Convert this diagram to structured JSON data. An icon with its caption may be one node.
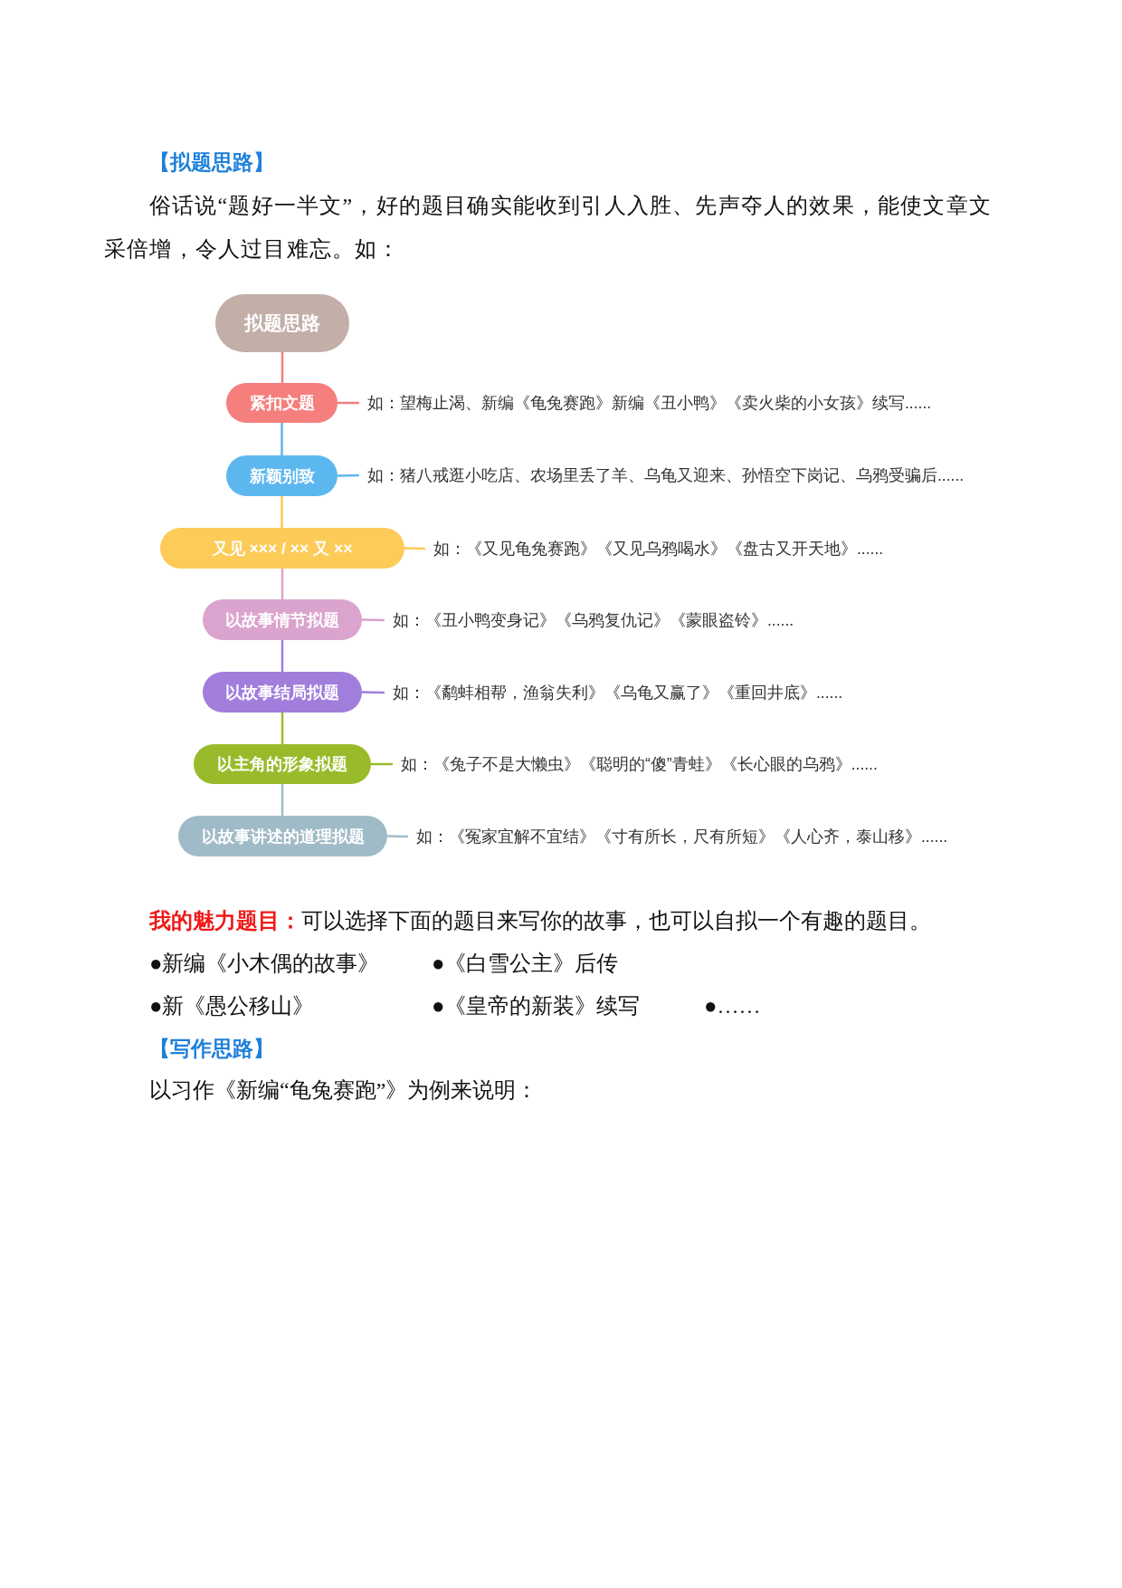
{
  "diagram": {
    "nodes": [
      {
        "text": [
          "拟题思路"
        ]
      },
      {
        "text": [
          "紧扣文题"
        ]
      },
      {
        "text": [
          "如：望梅止渴、新编《龟兔赛跑》新编《丑小鸭》《卖火柴的小女孩》续写......"
        ]
      },
      {
        "text": [
          "新颖别致"
        ]
      },
      {
        "text": [
          "如：猪八戒逛小吃店、农场里丢了羊、乌龟又迎来、孙悟空下岗记、乌鸦受骗后......"
        ]
      },
      {
        "text": [
          "又见 ××× / ×× 又 ××"
        ]
      },
      {
        "text": [
          "如：《又见龟兔赛跑》《又见乌鸦喝水》《盘古又开天地》......"
        ]
      },
      {
        "text": [
          "以故事情节拟题"
        ]
      },
      {
        "text": [
          "如：《丑小鸭变身记》《乌鸦复仇记》《蒙眼盗铃》......"
        ]
      },
      {
        "text": [
          "以故事结局拟题"
        ]
      },
      {
        "text": [
          "如：《鹬蚌相帮，渔翁失利》《乌龟又赢了》《重回井底》......"
        ]
      },
      {
        "text": [
          "以主角的形象拟题"
        ]
      },
      {
        "text": [
          "如：《兔子不是大懒虫》《聪明的“傻”青蛙》《长心眼的乌鸦》......"
        ]
      },
      {
        "text": [
          "以故事讲述的道理拟题"
        ]
      },
      {
        "text": [
          "如：《冤家宜解不宜结》《寸有所长，尺有所短》《人心齐，泰山移》......"
        ]
      }
    ],
    "edges": [
      {
        "from": 0,
        "to": 1,
        "arrow": "none",
        "color": "#f47f7c"
      },
      {
        "from": 1,
        "to": 3,
        "arrow": "none",
        "color": "#5db7ef"
      },
      {
        "from": 3,
        "to": 5,
        "arrow": "none",
        "color": "#fdcb57"
      },
      {
        "from": 5,
        "to": 7,
        "arrow": "none",
        "color": "#dba4ce"
      },
      {
        "from": 7,
        "to": 9,
        "arrow": "none",
        "color": "#a17edc"
      },
      {
        "from": 9,
        "to": 11,
        "arrow": "none",
        "color": "#99bb2b"
      },
      {
        "from": 11,
        "to": 13,
        "arrow": "none",
        "color": "#a0bbc8"
      },
      {
        "from": 1,
        "to": 2,
        "arrow": "none",
        "color": "#f47f7c"
      },
      {
        "from": 3,
        "to": 4,
        "arrow": "none",
        "color": "#5db7ef"
      },
      {
        "from": 5,
        "to": 6,
        "arrow": "none",
        "color": "#fdcb57"
      },
      {
        "from": 7,
        "to": 8,
        "arrow": "none",
        "color": "#dba4ce"
      },
      {
        "from": 9,
        "to": 10,
        "arrow": "none",
        "color": "#a17edc"
      },
      {
        "from": 11,
        "to": 12,
        "arrow": "none",
        "color": "#99bb2b"
      },
      {
        "from": 13,
        "to": 14,
        "arrow": "none",
        "color": "#a0bbc8"
      }
    ],
    "labels": [
      "【拟题思路】",
      "俗话说“题好一半文”，好的题目确实能收到引人入胜、先声夺人的效果，能使文章文采倍增，令人过目难忘。如：",
      "**我的魅力题目：**可以选择下面的题目来写你的故事，也可以自拟一个有趣的题目。",
      "●新编《小木偶的故事》",
      "●《白雪公主》后传",
      "●新《愚公移山》",
      "●《皇帝的新装》续写",
      "●……",
      "【写作思路】",
      "以习作《新编“龟兔赛跑”》为例来说明："
    ]
  }
}
